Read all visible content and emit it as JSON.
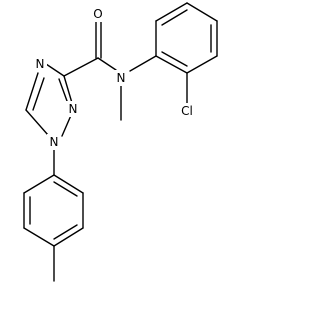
{
  "structure": {
    "atom_labels": {
      "carbonyl_oxygen": "O",
      "amide_nitrogen": "N",
      "triazole_n1": "N",
      "triazole_n2": "N",
      "triazole_n4": "N",
      "chlorine": "Cl"
    }
  },
  "colors": {
    "bond": "#000000",
    "background": "#ffffff"
  }
}
